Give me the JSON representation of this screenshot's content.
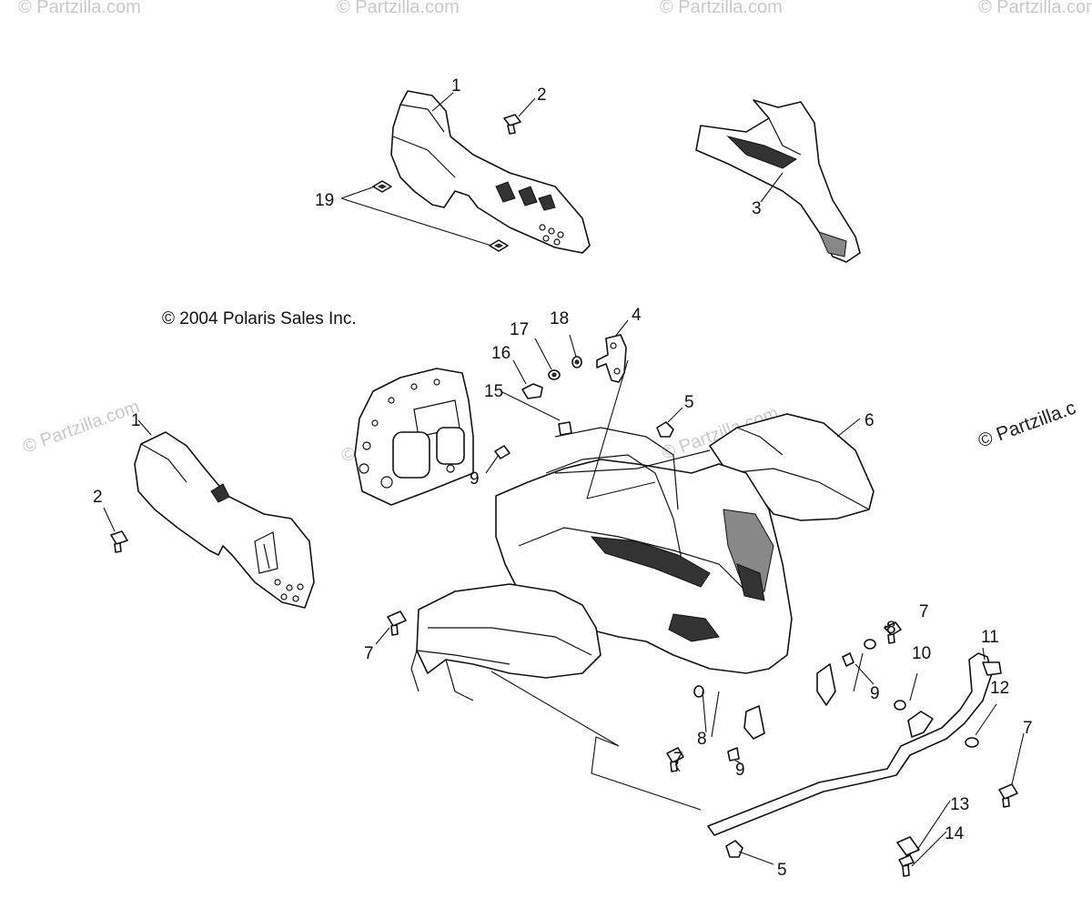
{
  "copyright": "© 2004 Polaris Sales Inc.",
  "watermark_text": "© Partzilla.com",
  "watermark_partial": "© Partzilla.c",
  "callouts": {
    "c1a": "1",
    "c2a": "2",
    "c3": "3",
    "c19": "19",
    "c18": "18",
    "c17": "17",
    "c16": "16",
    "c4": "4",
    "c15": "15",
    "c5a": "5",
    "c6": "6",
    "c9a": "9",
    "c1b": "1",
    "c2b": "2",
    "c7a": "7",
    "c8a": "8",
    "c10": "10",
    "c11": "11",
    "c9b": "9",
    "c7b": "7",
    "c8b": "8",
    "c9c": "9",
    "c12": "12",
    "c7c": "7",
    "c7d": "7",
    "c13": "13",
    "c14": "14",
    "c5b": "5"
  }
}
